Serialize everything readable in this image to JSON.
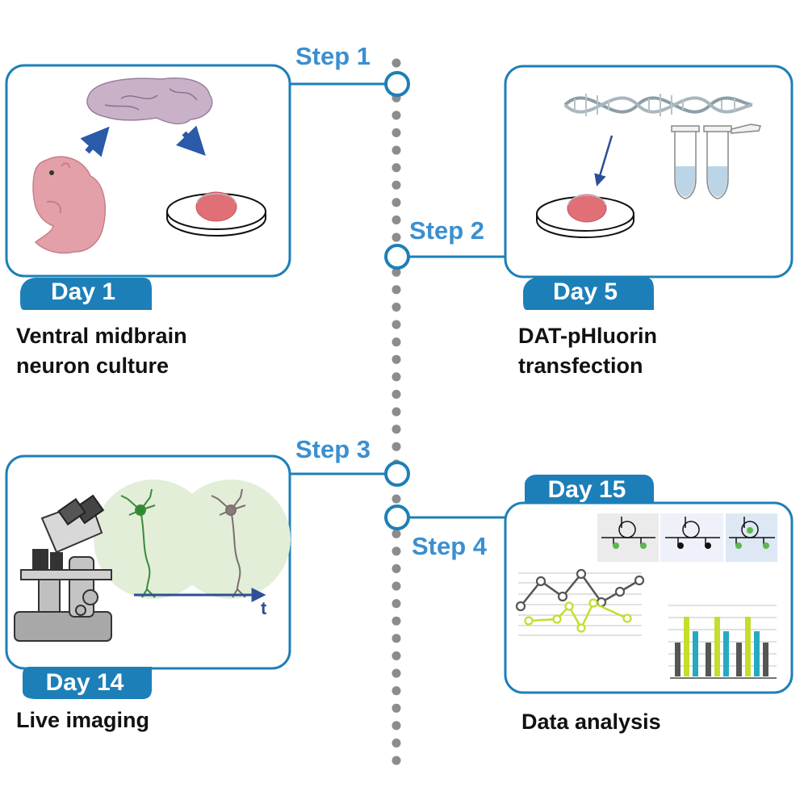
{
  "timeline": {
    "steps": [
      {
        "label": "Step 1",
        "day": "Day 1",
        "description": "Ventral midbrain neuron culture"
      },
      {
        "label": "Step 2",
        "day": "Day 5",
        "description": "DAT-pHluorin transfection"
      },
      {
        "label": "Step 3",
        "day": "Day 14",
        "description": "Live imaging"
      },
      {
        "label": "Step 4",
        "day": "Day 15",
        "description": "Data analysis"
      }
    ],
    "time_axis_label": "t"
  },
  "colors": {
    "frame_blue": "#1d7fb8",
    "step_text": "#3b8fd0",
    "timeline_dots": "#8c8c8c",
    "tissue_pink": "#d6909a",
    "neuron_green": "#3b8a3b",
    "chart_lime": "#c5dd2c",
    "chart_teal": "#27a9c2",
    "chart_gray": "#555555"
  }
}
